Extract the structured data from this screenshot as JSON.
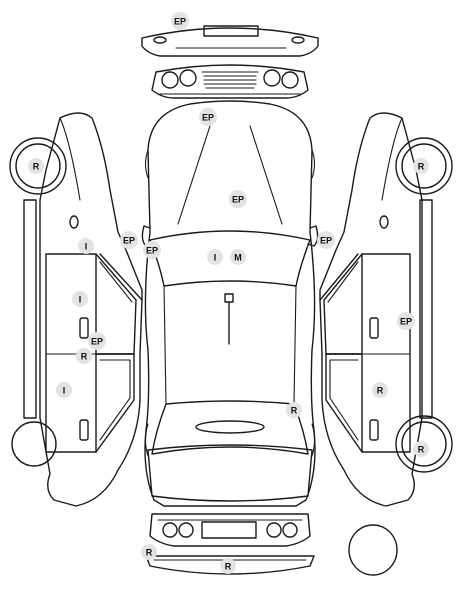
{
  "colors": {
    "line": "#1a1a1a",
    "marker_fill": "#e3e3e3",
    "marker_text": "#111111",
    "background": "#ffffff"
  },
  "legend_codes": [
    "EP",
    "R",
    "I",
    "M"
  ],
  "markers": [
    {
      "id": "front-bumper",
      "code": "EP"
    },
    {
      "id": "hood",
      "code": "EP"
    },
    {
      "id": "roof",
      "code": "EP"
    },
    {
      "id": "left-mirror",
      "code": "EP"
    },
    {
      "id": "left-a-pillar",
      "code": "EP"
    },
    {
      "id": "windshield-1",
      "code": "I"
    },
    {
      "id": "windshield-2",
      "code": "M"
    },
    {
      "id": "right-mirror",
      "code": "EP"
    },
    {
      "id": "left-front-wheel",
      "code": "R"
    },
    {
      "id": "left-front-fender",
      "code": "I"
    },
    {
      "id": "left-front-door",
      "code": "I"
    },
    {
      "id": "left-front-door-handle",
      "code": "EP"
    },
    {
      "id": "left-b-pillar",
      "code": "R"
    },
    {
      "id": "left-rear-door",
      "code": "I"
    },
    {
      "id": "right-front-wheel",
      "code": "R"
    },
    {
      "id": "right-front-door",
      "code": "EP"
    },
    {
      "id": "right-rear-door",
      "code": "R"
    },
    {
      "id": "right-rear-wheel",
      "code": "R"
    },
    {
      "id": "rear-window",
      "code": "R"
    },
    {
      "id": "rear-bumper-corner",
      "code": "R"
    },
    {
      "id": "rear-bumper",
      "code": "R"
    }
  ]
}
